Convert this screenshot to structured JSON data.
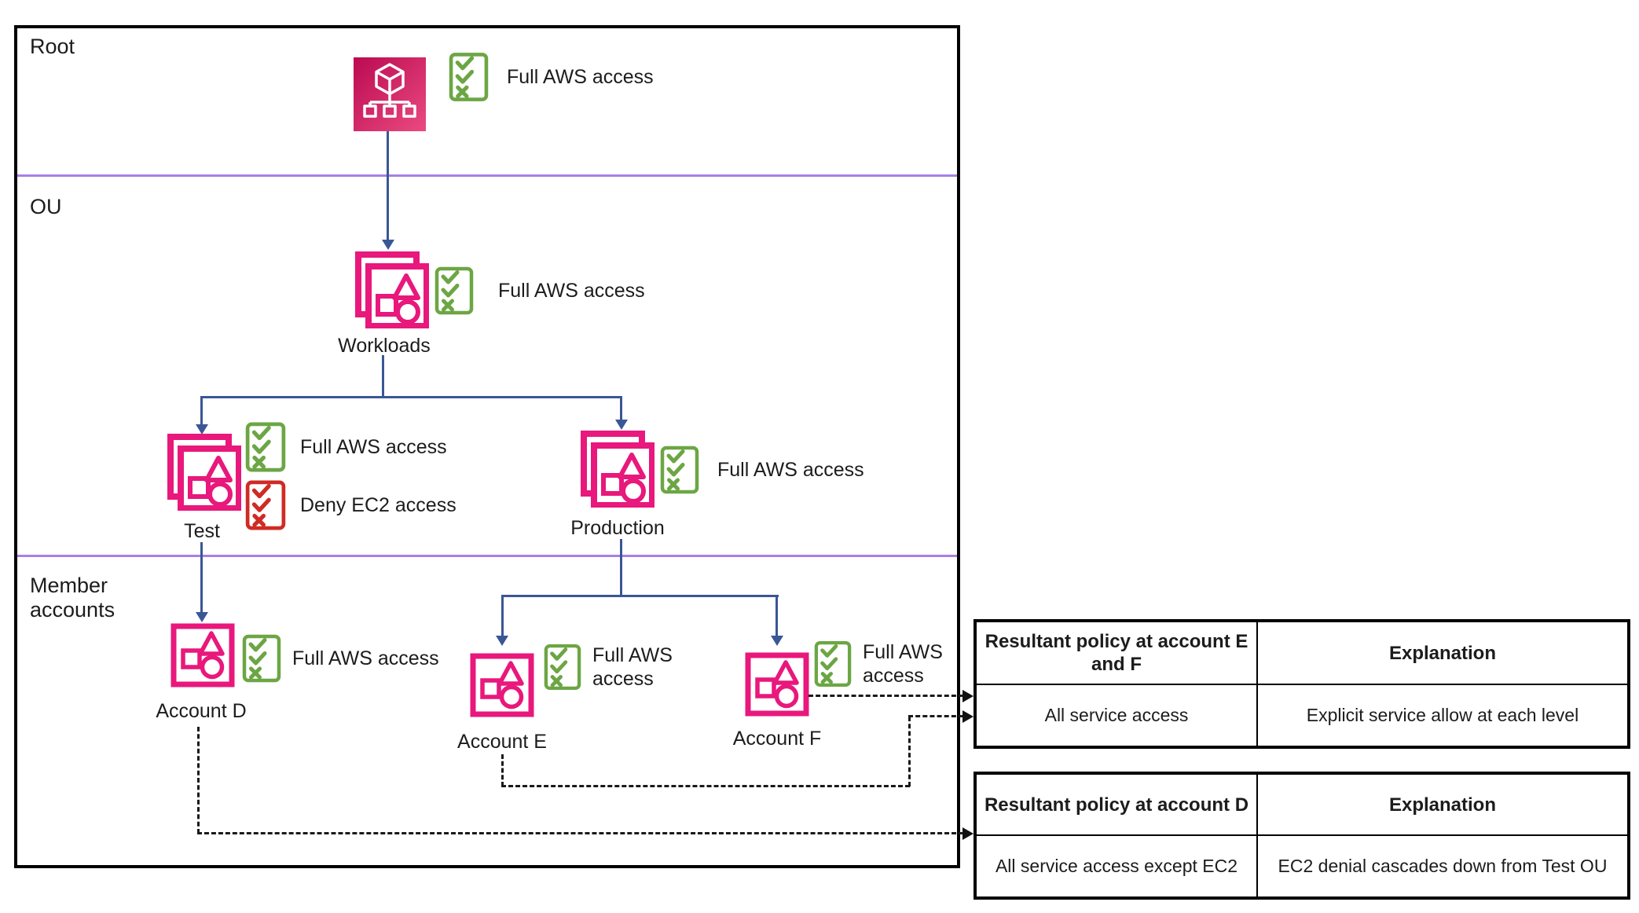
{
  "sections": {
    "root": "Root",
    "ou": "OU",
    "member": "Member accounts"
  },
  "nodes": {
    "root": {
      "policy": "Full AWS access"
    },
    "workloads": {
      "label": "Workloads",
      "policy": "Full AWS access"
    },
    "test": {
      "label": "Test",
      "policy_allow": "Full AWS access",
      "policy_deny": "Deny EC2 access"
    },
    "production": {
      "label": "Production",
      "policy": "Full AWS access"
    },
    "account_d": {
      "label": "Account D",
      "policy": "Full AWS access"
    },
    "account_e": {
      "label": "Account E",
      "policy": "Full AWS access"
    },
    "account_f": {
      "label": "Account F",
      "policy": "Full AWS access"
    }
  },
  "tables": [
    {
      "headers": [
        "Resultant policy at account E and F",
        "Explanation"
      ],
      "rows": [
        [
          "All service access",
          "Explicit service allow at each level"
        ]
      ]
    },
    {
      "headers": [
        "Resultant policy at account D",
        "Explanation"
      ],
      "rows": [
        [
          "All service access except EC2",
          "EC2 denial cascades down from Test OU"
        ]
      ]
    }
  ],
  "colors": {
    "icon_pink": "#E8187C",
    "root_gradient_start": "#BB0A52",
    "root_gradient_end": "#EA4A80",
    "allow_green": "#6CA644",
    "deny_red": "#CF2B24",
    "connector_blue": "#3A5795",
    "divider_purple": "#A87FE6",
    "text": "#1C1C1C"
  }
}
